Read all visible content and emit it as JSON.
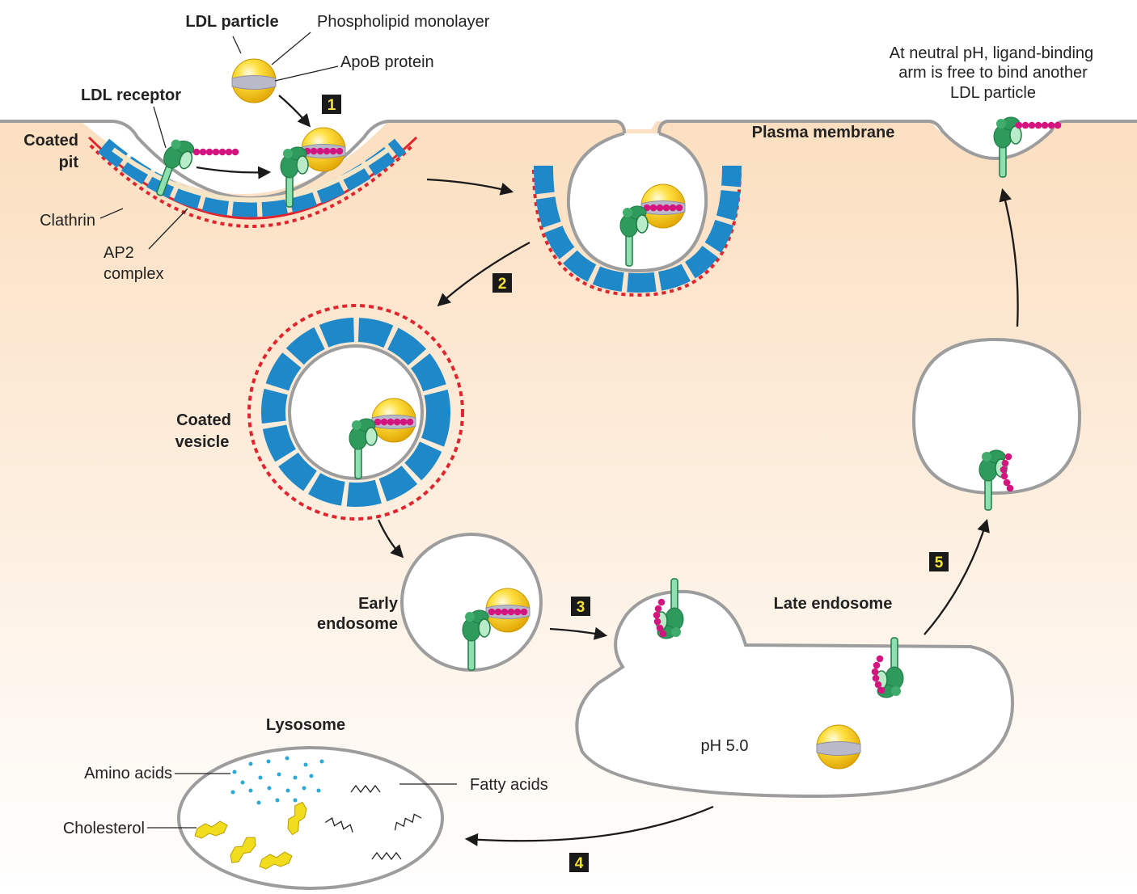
{
  "labels": {
    "ldl_particle": "LDL particle",
    "phospholipid_monolayer": "Phospholipid monolayer",
    "apob_protein": "ApoB protein",
    "ldl_receptor": "LDL receptor",
    "coated_pit_line1": "Coated",
    "coated_pit_line2": "pit",
    "clathrin": "Clathrin",
    "ap2_line1": "AP2",
    "ap2_line2": "complex",
    "plasma_membrane": "Plasma membrane",
    "neutral_line1": "At neutral pH, ligand-binding",
    "neutral_line2": "arm is free to bind another",
    "neutral_line3": "LDL particle",
    "coated_vesicle_line1": "Coated",
    "coated_vesicle_line2": "vesicle",
    "early_endosome_line1": "Early",
    "early_endosome_line2": "endosome",
    "late_endosome": "Late endosome",
    "ph": "pH 5.0",
    "lysosome": "Lysosome",
    "amino_acids": "Amino acids",
    "fatty_acids": "Fatty acids",
    "cholesterol": "Cholesterol"
  },
  "steps": [
    "1",
    "2",
    "3",
    "4",
    "5"
  ],
  "colors": {
    "cytoplasm": "#fbe3c8",
    "membrane": "#9d9d9d",
    "clathrin": "#e0252f",
    "ap2": "#1e88c9",
    "coat_gap": "#f6e6c8",
    "receptor": "#2e9a5c",
    "ligand_arm": "#d4157f",
    "ldl": "#f7c400",
    "apob": "#b9b9c9",
    "step_box": "#1a1a1a",
    "step_text": "#f4e23a"
  }
}
